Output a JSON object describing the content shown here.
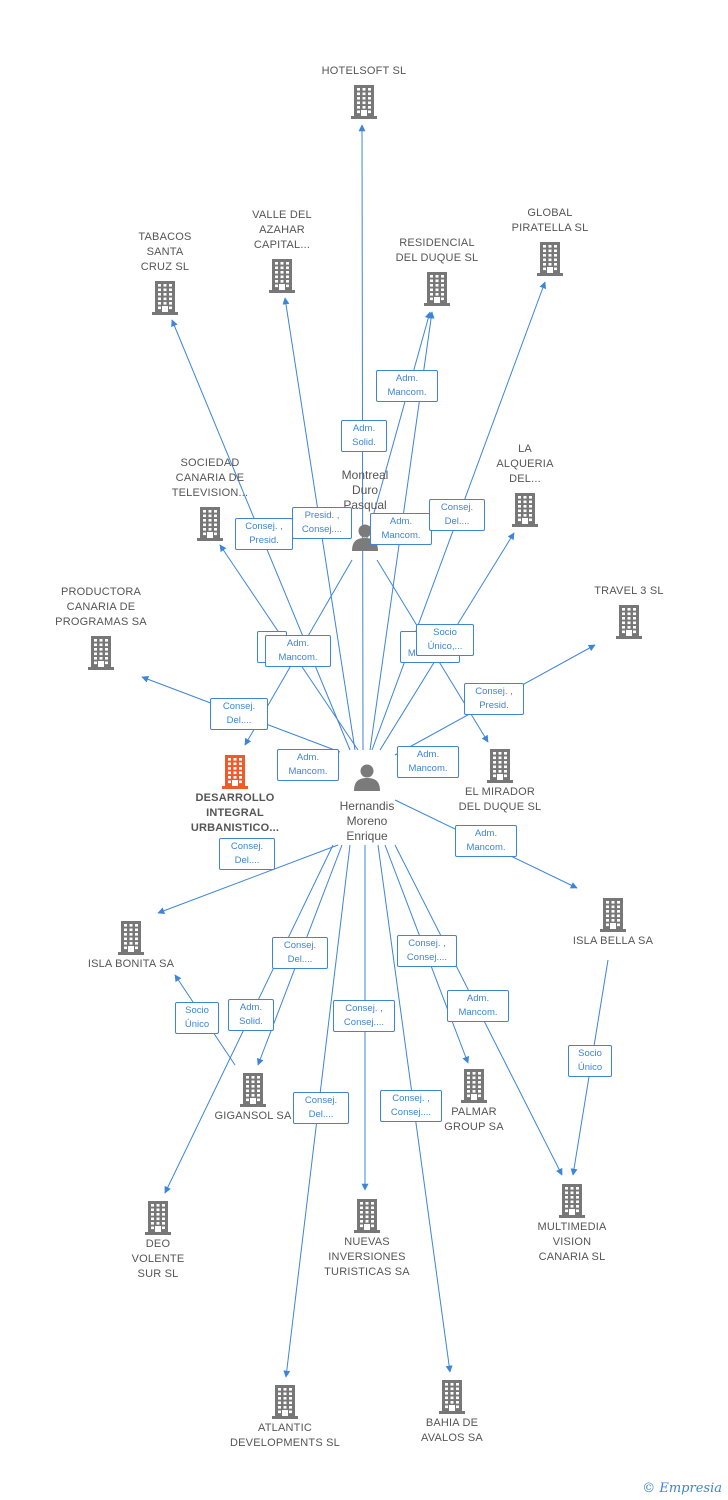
{
  "colors": {
    "edge": "#3d85d8",
    "company": "#777777",
    "focus": "#f05a28",
    "person": "#7b7b7b"
  },
  "persons": [
    {
      "id": "montreal",
      "name": [
        "Montreal",
        "Duro",
        "Pasqual"
      ],
      "icon": "person-icon"
    },
    {
      "id": "hernandis",
      "name": [
        "Hernandis",
        "Moreno",
        "Enrique"
      ],
      "icon": "person-icon"
    }
  ],
  "companies": [
    {
      "id": "hotelsoft",
      "name": [
        "HOTELSOFT SL"
      ]
    },
    {
      "id": "tabacos",
      "name": [
        "TABACOS",
        "SANTA",
        "CRUZ SL"
      ]
    },
    {
      "id": "valle",
      "name": [
        "VALLE DEL",
        "AZAHAR",
        "CAPITAL..."
      ]
    },
    {
      "id": "residencial",
      "name": [
        "RESIDENCIAL",
        "DEL DUQUE SL"
      ]
    },
    {
      "id": "global",
      "name": [
        "GLOBAL",
        "PIRATELLA SL"
      ]
    },
    {
      "id": "sociedad",
      "name": [
        "SOCIEDAD",
        "CANARIA DE",
        "TELEVISION..."
      ]
    },
    {
      "id": "alqueria",
      "name": [
        "LA",
        "ALQUERIA",
        "DEL..."
      ]
    },
    {
      "id": "productora",
      "name": [
        "PRODUCTORA",
        "CANARIA DE",
        "PROGRAMAS SA"
      ]
    },
    {
      "id": "travel",
      "name": [
        "TRAVEL 3 SL"
      ]
    },
    {
      "id": "desarrollo",
      "name": [
        "DESARROLLO",
        "INTEGRAL",
        "URBANISTICO..."
      ],
      "focus": true
    },
    {
      "id": "mirador",
      "name": [
        "EL MIRADOR",
        "DEL DUQUE SL"
      ]
    },
    {
      "id": "islabonita",
      "name": [
        "ISLA BONITA SA"
      ]
    },
    {
      "id": "islabella",
      "name": [
        "ISLA BELLA SA"
      ]
    },
    {
      "id": "gigansol",
      "name": [
        "GIGANSOL SA"
      ]
    },
    {
      "id": "palmar",
      "name": [
        "PALMAR",
        "GROUP SA"
      ]
    },
    {
      "id": "deo",
      "name": [
        "DEO",
        "VOLENTE",
        "SUR SL"
      ]
    },
    {
      "id": "nuevas",
      "name": [
        "NUEVAS",
        "INVERSIONES",
        "TURISTICAS SA"
      ]
    },
    {
      "id": "multimedia",
      "name": [
        "MULTIMEDIA",
        "VISION",
        "CANARIA SL"
      ]
    },
    {
      "id": "atlantic",
      "name": [
        "ATLANTIC",
        "DEVELOPMENTS SL"
      ]
    },
    {
      "id": "bahia",
      "name": [
        "BAHIA DE",
        "AVALOS SA"
      ]
    }
  ],
  "roles": [
    {
      "id": "r1",
      "lines": [
        "Adm.",
        "Mancom."
      ]
    },
    {
      "id": "r2",
      "lines": [
        "Adm.",
        "Solid."
      ]
    },
    {
      "id": "r3",
      "lines": [
        "Consej. ,",
        "Presid."
      ]
    },
    {
      "id": "r4",
      "lines": [
        "Presid. ,",
        "Consej...."
      ]
    },
    {
      "id": "r5",
      "lines": [
        "Adm.",
        "Mancom."
      ]
    },
    {
      "id": "r6",
      "lines": [
        "Consej.",
        "Del...."
      ]
    },
    {
      "id": "r7",
      "lines": [
        "P",
        "P"
      ]
    },
    {
      "id": "r8",
      "lines": [
        "Adm.",
        "Mancom."
      ]
    },
    {
      "id": "r9",
      "lines": [
        "Adm.",
        "Mancom..."
      ]
    },
    {
      "id": "r10",
      "lines": [
        "Socio",
        "Único,..."
      ]
    },
    {
      "id": "r11",
      "lines": [
        "Consej. ,",
        "Presid."
      ]
    },
    {
      "id": "r12",
      "lines": [
        "Consej.",
        "Del...."
      ]
    },
    {
      "id": "r13",
      "lines": [
        "Adm.",
        "Mancom."
      ]
    },
    {
      "id": "r14",
      "lines": [
        "Adm.",
        "Mancom."
      ]
    },
    {
      "id": "r15",
      "lines": [
        "Consej.",
        "Del...."
      ]
    },
    {
      "id": "r16",
      "lines": [
        "Adm.",
        "Mancom."
      ]
    },
    {
      "id": "r17",
      "lines": [
        "Consej.",
        "Del...."
      ]
    },
    {
      "id": "r18",
      "lines": [
        "Consej. ,",
        "Consej...."
      ]
    },
    {
      "id": "r19",
      "lines": [
        "Socio",
        "Único"
      ]
    },
    {
      "id": "r20",
      "lines": [
        "Adm.",
        "Solid."
      ]
    },
    {
      "id": "r21",
      "lines": [
        "Consej. ,",
        "Consej...."
      ]
    },
    {
      "id": "r22",
      "lines": [
        "Adm.",
        "Mancom."
      ]
    },
    {
      "id": "r23",
      "lines": [
        "Socio",
        "Único"
      ]
    },
    {
      "id": "r24",
      "lines": [
        "Consej.",
        "Del...."
      ]
    },
    {
      "id": "r25",
      "lines": [
        "Consej. ,",
        "Consej...."
      ]
    }
  ],
  "brand": {
    "copyright": "©",
    "name": "Empresia"
  }
}
